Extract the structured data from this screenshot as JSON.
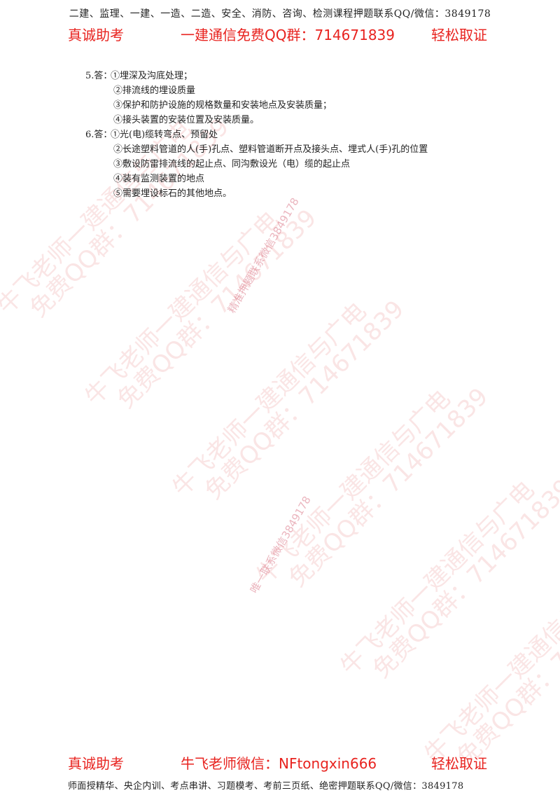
{
  "header": {
    "contact_line": "二建、监理、一建、一造、二造、安全、消防、咨询、检测课程押题联系QQ/微信：3849178",
    "banner_left": "真诚助考",
    "banner_middle": "一建通信免费QQ群：714671839",
    "banner_right": "轻松取证"
  },
  "answers": [
    {
      "number": "5.答：",
      "items": [
        "①埋深及沟底处理；",
        "②排流线的埋设质量",
        "③保护和防护设施的规格数量和安装地点及安装质量；",
        "④接头装置的安装位置及安装质量。"
      ]
    },
    {
      "number": "6.答：",
      "items": [
        "①光(电)缆转弯点、预留处",
        "②长途塑料管道的人(手)孔点、塑料管道断开点及接头点、埋式人(手)孔的位置",
        "③敷设防雷排流线的起止点、同沟敷设光（电）缆的起止点",
        "④装有监测装置的地点",
        "⑤需要埋设标石的其他地点。"
      ]
    }
  ],
  "watermarks": {
    "big_line1": "牛飞老师一建通信与广电",
    "big_line2": "免费QQ群：714671839",
    "small_1": "精准押题联系微信3849178",
    "small_2": "唯一联系微信3849178"
  },
  "footer": {
    "banner_left": "真诚助考",
    "banner_middle": "牛飞老师微信：NFtongxin666",
    "banner_right": "轻松取证",
    "contact_line": "师面授精华、央企内训、考点串讲、习题模考、考前三页纸、绝密押题联系QQ/微信：3849178"
  },
  "colors": {
    "banner_red": "#e8231f",
    "watermark_pink": "#e66e6e"
  }
}
